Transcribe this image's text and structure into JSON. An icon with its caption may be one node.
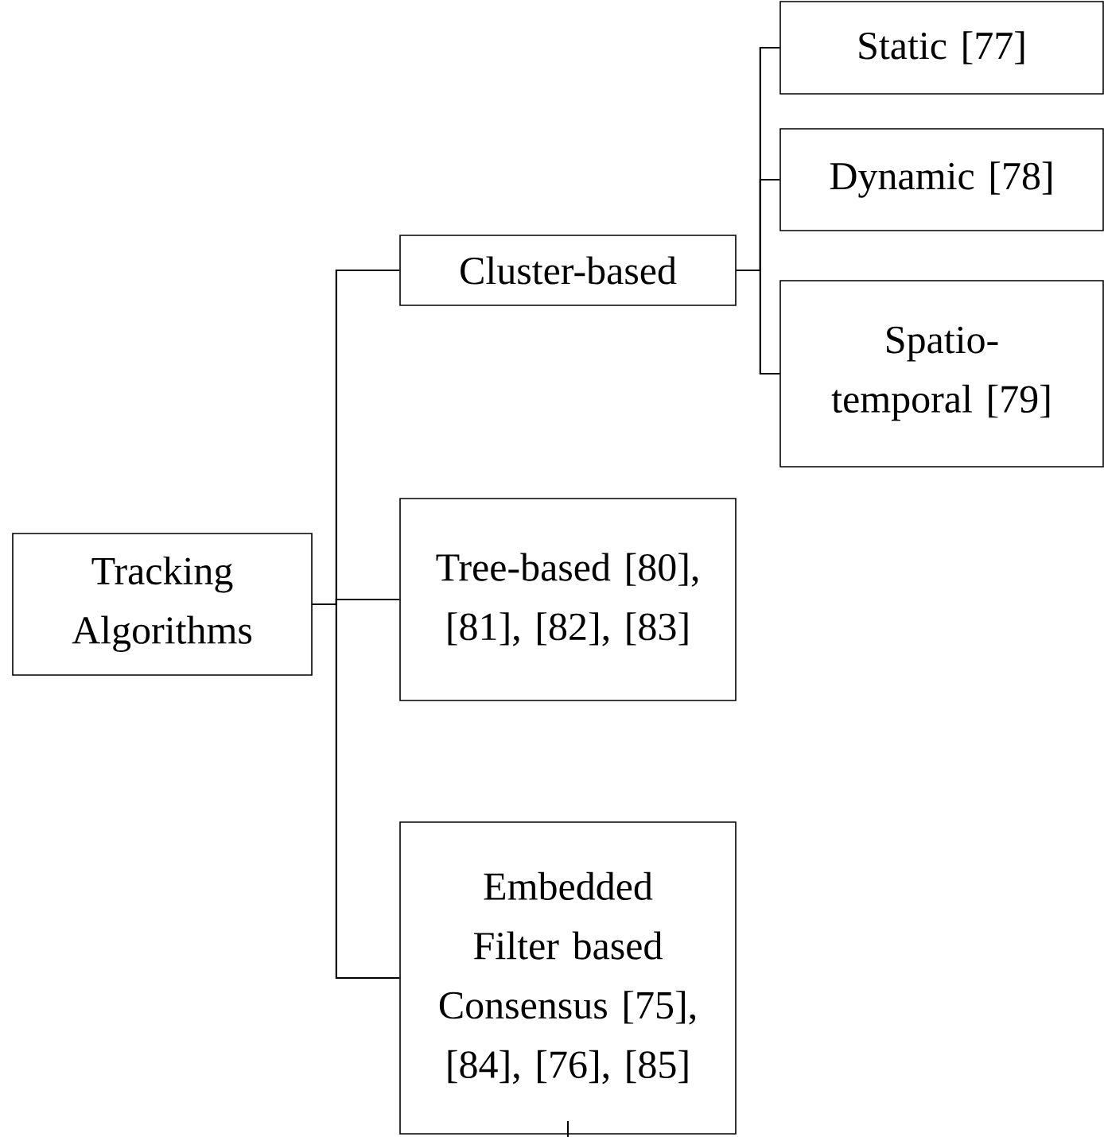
{
  "diagram": {
    "nodes": [
      {
        "text": [
          "Tracking Algorithms"
        ]
      },
      {
        "text": [
          "Cluster-based"
        ]
      },
      {
        "text": [
          "Tree-based [80], [81], [82], [83]"
        ]
      },
      {
        "text": [
          "Embedded Filter based Consensus [75], [84], [76], [85]"
        ]
      },
      {
        "text": [
          "Static [77]"
        ]
      },
      {
        "text": [
          "Dynamic [78]"
        ]
      },
      {
        "text": [
          "Spatio-temporal [79]"
        ]
      }
    ],
    "edges": [
      {
        "from": 0,
        "to": 1,
        "arrow": "none"
      },
      {
        "from": 0,
        "to": 2,
        "arrow": "none"
      },
      {
        "from": 0,
        "to": 3,
        "arrow": "none"
      },
      {
        "from": 1,
        "to": 4,
        "arrow": "none"
      },
      {
        "from": 1,
        "to": 5,
        "arrow": "none"
      },
      {
        "from": 1,
        "to": 6,
        "arrow": "none"
      }
    ]
  }
}
